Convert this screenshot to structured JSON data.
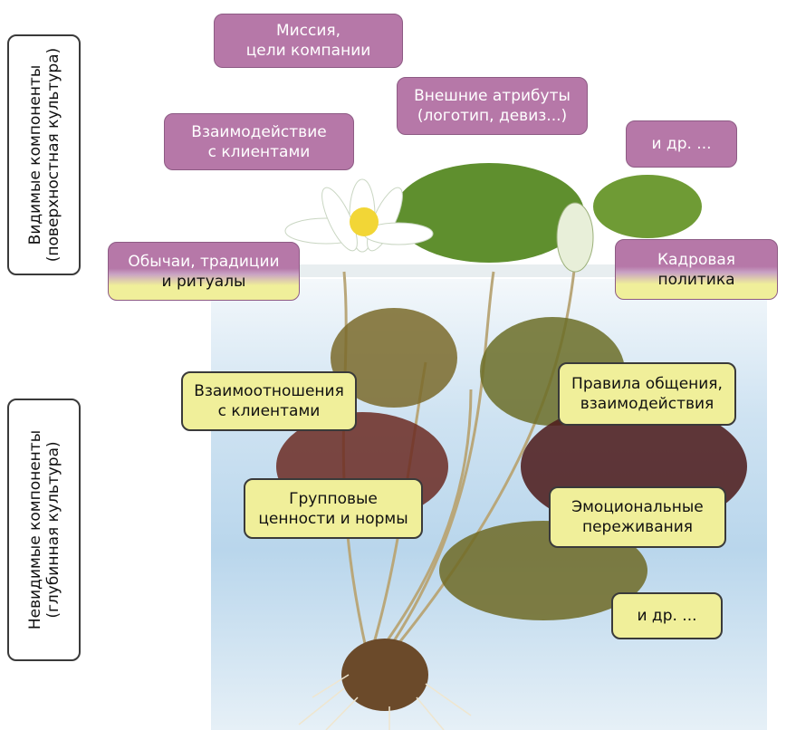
{
  "side_labels": {
    "visible": [
      "Видимые компоненты",
      "(поверхностная культура)"
    ],
    "invisible": [
      "Невидимые компоненты",
      "(глубинная культура)"
    ]
  },
  "visible_boxes": {
    "mission": [
      "Миссия,",
      "цели компании"
    ],
    "external": [
      "Внешние атрибуты",
      "(логотип, девиз...)"
    ],
    "interaction": [
      "Взаимодействие",
      "с клиентами"
    ],
    "etc": "и др. ...",
    "customs": [
      "Обычаи, традиции",
      "и ритуалы"
    ],
    "hr": [
      "Кадровая",
      "политика"
    ]
  },
  "invisible_boxes": {
    "relations": [
      "Взаимоотношения",
      "с клиентами"
    ],
    "rules": [
      "Правила общения,",
      "взаимодействия"
    ],
    "group": [
      "Групповые",
      "ценности и нормы"
    ],
    "emotions": [
      "Эмоциональные",
      "переживания"
    ],
    "etc": "и др. ..."
  },
  "colors": {
    "purple": "#b678a8",
    "yellow": "#f0ef9a",
    "water": "#b9d6ec",
    "leaf": "#5f8f2e"
  }
}
